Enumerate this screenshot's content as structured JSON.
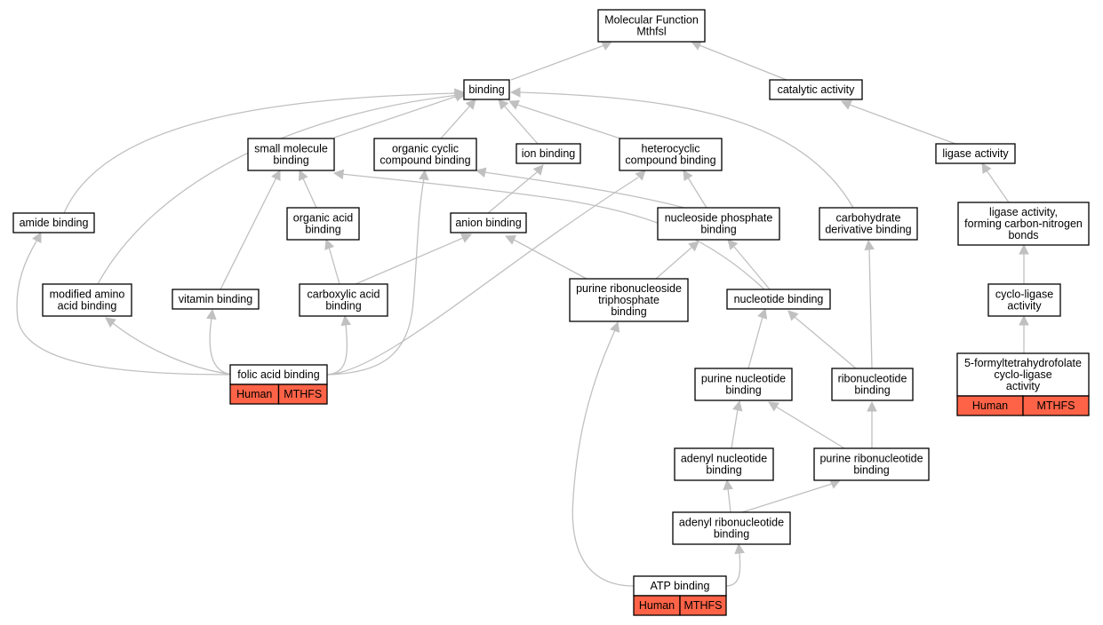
{
  "colors": {
    "edge": "#c0c0c0",
    "node_border": "#000000",
    "annotation_fill": "#ff6347",
    "node_fill": "#ffffff"
  },
  "nodes": [
    {
      "id": "mf",
      "lines": [
        "Molecular Function",
        "Mthfsl"
      ]
    },
    {
      "id": "binding",
      "lines": [
        "binding"
      ]
    },
    {
      "id": "catalytic",
      "lines": [
        "catalytic activity"
      ]
    },
    {
      "id": "small_molecule",
      "lines": [
        "small molecule",
        "binding"
      ]
    },
    {
      "id": "organic_cyclic",
      "lines": [
        "organic cyclic",
        "compound binding"
      ]
    },
    {
      "id": "ion_binding",
      "lines": [
        "ion binding"
      ]
    },
    {
      "id": "heterocyclic",
      "lines": [
        "heterocyclic",
        "compound binding"
      ]
    },
    {
      "id": "ligase",
      "lines": [
        "ligase activity"
      ]
    },
    {
      "id": "amide",
      "lines": [
        "amide binding"
      ]
    },
    {
      "id": "organic_acid",
      "lines": [
        "organic acid",
        "binding"
      ]
    },
    {
      "id": "anion",
      "lines": [
        "anion binding"
      ]
    },
    {
      "id": "nucleoside_phosphate",
      "lines": [
        "nucleoside phosphate",
        "binding"
      ]
    },
    {
      "id": "carbohydrate",
      "lines": [
        "carbohydrate",
        "derivative binding"
      ]
    },
    {
      "id": "ligase_cn",
      "lines": [
        "ligase activity,",
        "forming carbon-nitrogen",
        "bonds"
      ]
    },
    {
      "id": "modified_amino",
      "lines": [
        "modified amino",
        "acid binding"
      ]
    },
    {
      "id": "vitamin",
      "lines": [
        "vitamin binding"
      ]
    },
    {
      "id": "carboxylic",
      "lines": [
        "carboxylic acid",
        "binding"
      ]
    },
    {
      "id": "purine_rntp",
      "lines": [
        "purine ribonucleoside",
        "triphosphate",
        "binding"
      ]
    },
    {
      "id": "nucleotide",
      "lines": [
        "nucleotide binding"
      ]
    },
    {
      "id": "cyclo_ligase",
      "lines": [
        "cyclo-ligase",
        "activity"
      ]
    },
    {
      "id": "folic",
      "lines": [
        "folic acid binding"
      ],
      "annotation": [
        "Human",
        "MTHFS"
      ]
    },
    {
      "id": "purine_nt",
      "lines": [
        "purine nucleotide",
        "binding"
      ]
    },
    {
      "id": "ribonucleotide",
      "lines": [
        "ribonucleotide",
        "binding"
      ]
    },
    {
      "id": "formyl",
      "lines": [
        "5-formyltetrahydrofolate",
        "cyclo-ligase",
        "activity"
      ],
      "annotation": [
        "Human",
        "MTHFS"
      ]
    },
    {
      "id": "adenyl_nt",
      "lines": [
        "adenyl nucleotide",
        "binding"
      ]
    },
    {
      "id": "purine_rnt",
      "lines": [
        "purine ribonucleotide",
        "binding"
      ]
    },
    {
      "id": "adenyl_rnt",
      "lines": [
        "adenyl ribonucleotide",
        "binding"
      ]
    },
    {
      "id": "atp",
      "lines": [
        "ATP binding"
      ],
      "annotation": [
        "Human",
        "MTHFS"
      ]
    }
  ],
  "edges": [
    {
      "from": "binding",
      "to": "mf"
    },
    {
      "from": "catalytic",
      "to": "mf"
    },
    {
      "from": "small_molecule",
      "to": "binding"
    },
    {
      "from": "organic_cyclic",
      "to": "binding"
    },
    {
      "from": "ion_binding",
      "to": "binding"
    },
    {
      "from": "heterocyclic",
      "to": "binding"
    },
    {
      "from": "amide",
      "to": "binding"
    },
    {
      "from": "modified_amino",
      "to": "binding"
    },
    {
      "from": "carbohydrate",
      "to": "binding"
    },
    {
      "from": "ligase",
      "to": "catalytic"
    },
    {
      "from": "ligase_cn",
      "to": "ligase"
    },
    {
      "from": "cyclo_ligase",
      "to": "ligase_cn"
    },
    {
      "from": "formyl",
      "to": "cyclo_ligase"
    },
    {
      "from": "organic_acid",
      "to": "small_molecule"
    },
    {
      "from": "vitamin",
      "to": "small_molecule"
    },
    {
      "from": "nucleotide",
      "to": "small_molecule"
    },
    {
      "from": "nucleoside_phosphate",
      "to": "organic_cyclic"
    },
    {
      "from": "nucleoside_phosphate",
      "to": "heterocyclic"
    },
    {
      "from": "anion",
      "to": "ion_binding"
    },
    {
      "from": "carboxylic",
      "to": "organic_acid"
    },
    {
      "from": "carboxylic",
      "to": "anion"
    },
    {
      "from": "purine_rntp",
      "to": "anion"
    },
    {
      "from": "purine_rntp",
      "to": "nucleoside_phosphate"
    },
    {
      "from": "nucleotide",
      "to": "nucleoside_phosphate"
    },
    {
      "from": "ribonucleotide",
      "to": "carbohydrate"
    },
    {
      "from": "folic",
      "to": "amide"
    },
    {
      "from": "folic",
      "to": "modified_amino"
    },
    {
      "from": "folic",
      "to": "vitamin"
    },
    {
      "from": "folic",
      "to": "carboxylic"
    },
    {
      "from": "folic",
      "to": "organic_cyclic"
    },
    {
      "from": "folic",
      "to": "heterocyclic"
    },
    {
      "from": "purine_nt",
      "to": "nucleotide"
    },
    {
      "from": "ribonucleotide",
      "to": "nucleotide"
    },
    {
      "from": "adenyl_nt",
      "to": "purine_nt"
    },
    {
      "from": "purine_rnt",
      "to": "purine_nt"
    },
    {
      "from": "purine_rnt",
      "to": "ribonucleotide"
    },
    {
      "from": "adenyl_rnt",
      "to": "adenyl_nt"
    },
    {
      "from": "adenyl_rnt",
      "to": "purine_rnt"
    },
    {
      "from": "atp",
      "to": "adenyl_rnt"
    },
    {
      "from": "atp",
      "to": "purine_rntp"
    }
  ]
}
